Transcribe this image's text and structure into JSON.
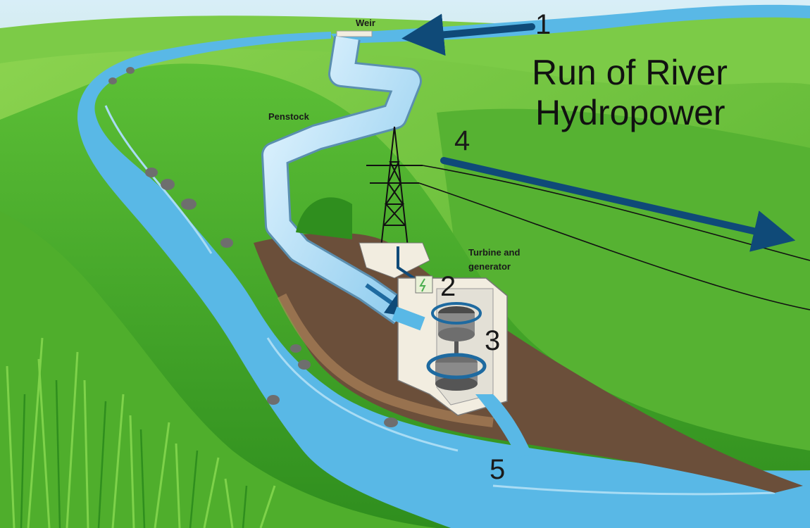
{
  "title": {
    "line1": "Run of River",
    "line2": "Hydropower"
  },
  "labels": {
    "weir": "Weir",
    "penstock": "Penstock",
    "turbine_line1": "Turbine and",
    "turbine_line2": "generator"
  },
  "steps": [
    "1",
    "2",
    "3",
    "4",
    "5"
  ],
  "colors": {
    "water": "#59b8e6",
    "water_light": "#a9dcf4",
    "pipe": "#bfe4f7",
    "arrow": "#0f4a78",
    "grass_dark": "#3a9a22",
    "grass_light": "#7ed24a",
    "soil": "#6b4f3a",
    "rock": "#6e6e6e"
  },
  "icons": [
    "transmission-tower-icon",
    "lightning-icon",
    "turbine-icon",
    "generator-icon"
  ]
}
